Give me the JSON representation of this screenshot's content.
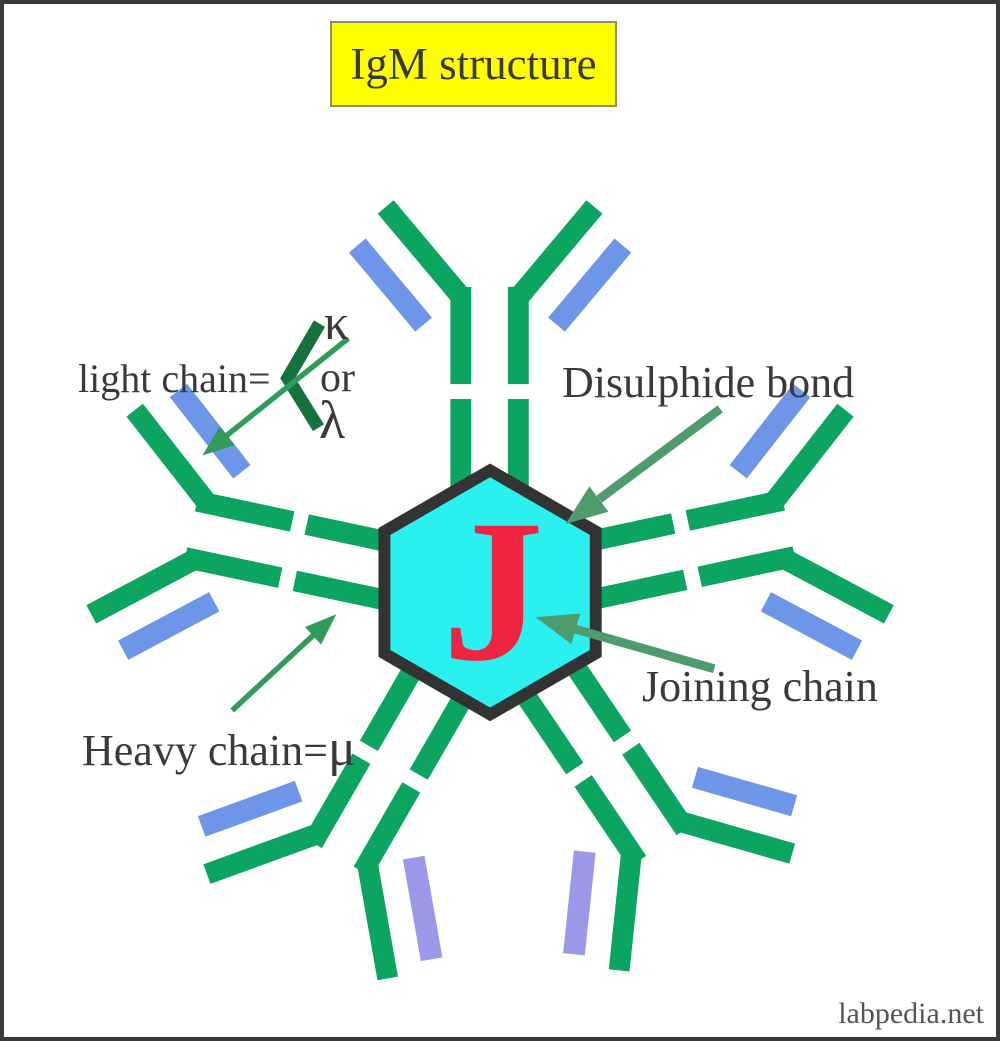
{
  "title": "IgM structure",
  "watermark": "labpedia.net",
  "center": {
    "letter": "J"
  },
  "labels": {
    "light_chain": "light chain=",
    "kappa": "κ",
    "or": "or",
    "lambda": "λ",
    "disulphide_bond": "Disulphide bond",
    "joining_chain": "Joining chain",
    "heavy_chain": "Heavy chain=",
    "mu": "μ"
  },
  "colors": {
    "background": "#ffffff",
    "frame_border": "#3a3a3a",
    "heavy_chain_green": "#0ba55f",
    "light_chain_blue": "#6d95e8",
    "light_chain_violet": "#9c98e8",
    "hexagon_fill": "#2bf0f0",
    "hexagon_border": "#333333",
    "j_red": "#ee2441",
    "title_bg": "#ffff00",
    "title_border": "#8f8f62",
    "arrow_dark_green": "#4e9b6d",
    "arrow_bright_green": "#2f9c5a",
    "chevron_green": "#17713a",
    "text_color": "#3a3a3a",
    "watermark_color": "#555555"
  }
}
